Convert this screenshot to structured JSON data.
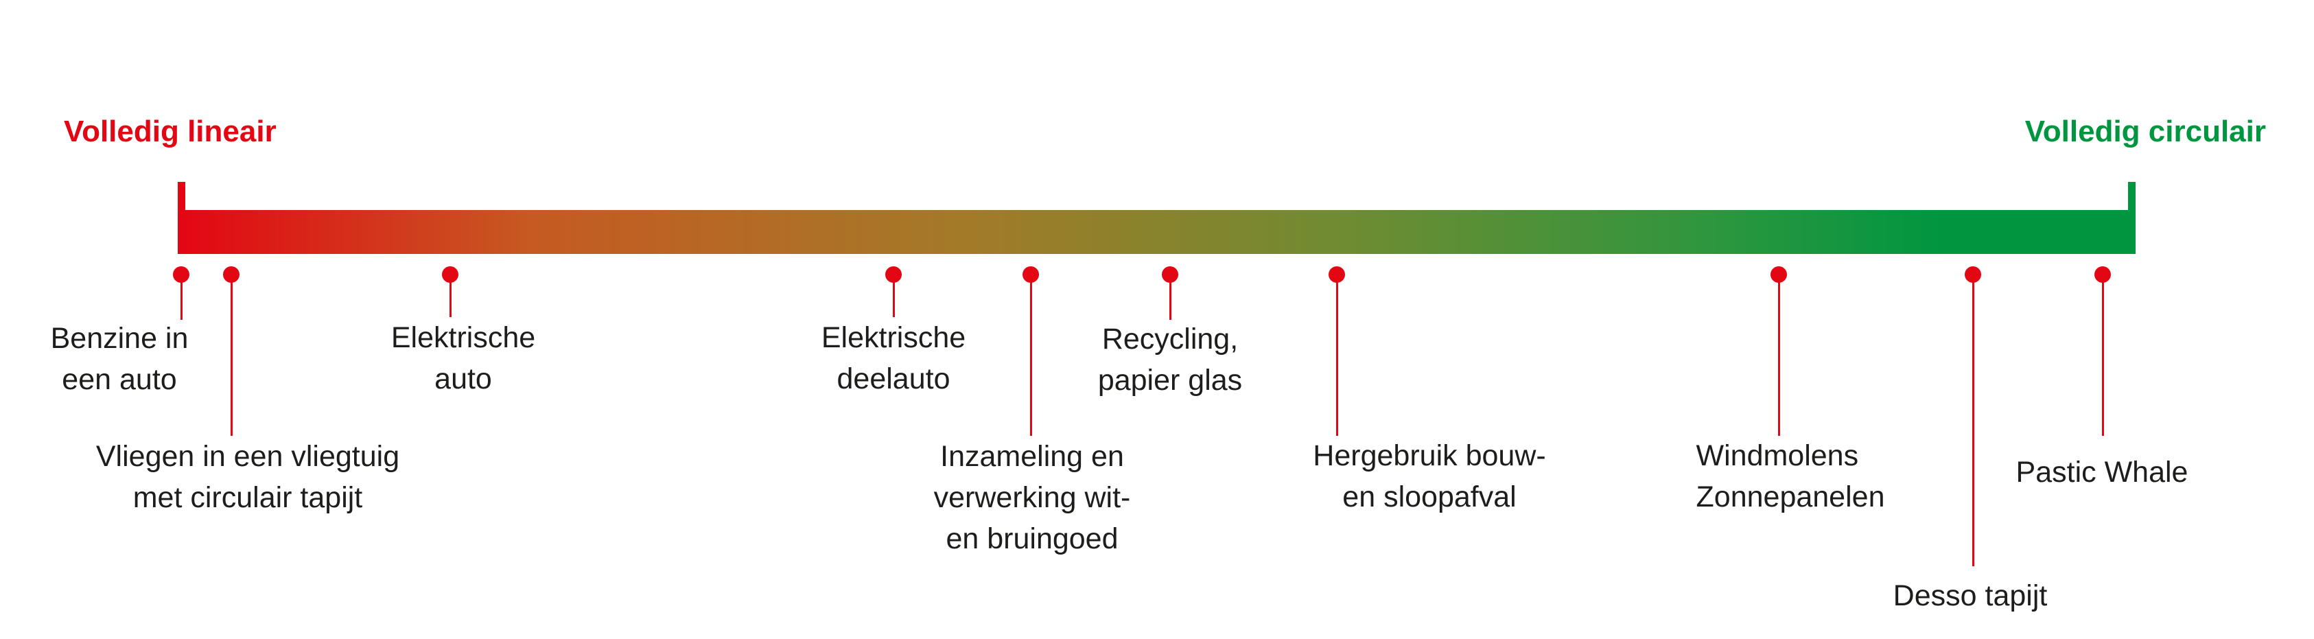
{
  "scale": {
    "left_label": "Volledig lineair",
    "right_label": "Volledig circulair",
    "colors": {
      "linear": "#e30613",
      "circular": "#009640",
      "marker": "#e30613",
      "text": "#1d1d1b"
    }
  },
  "items": [
    {
      "id": "benzine-auto",
      "label": "Benzine in\neen auto"
    },
    {
      "id": "vliegen-vliegtuig",
      "label": "Vliegen in een vliegtuig\nmet circulair tapijt"
    },
    {
      "id": "elektrische-auto",
      "label": "Elektrische\nauto"
    },
    {
      "id": "elektrische-deelauto",
      "label": "Elektrische\ndeelauto"
    },
    {
      "id": "inzameling-witgoed",
      "label": "Inzameling en\nverwerking wit-\nen bruingoed"
    },
    {
      "id": "recycling-papier",
      "label": "Recycling,\npapier glas"
    },
    {
      "id": "hergebruik-sloopafval",
      "label": "Hergebruik bouw-\nen sloopafval"
    },
    {
      "id": "windmolens-zonnepanelen",
      "label": "Windmolens\nZonnepanelen"
    },
    {
      "id": "desso-tapijt",
      "label": "Desso tapijt"
    },
    {
      "id": "plastic-whale",
      "label": "Pastic Whale"
    }
  ]
}
